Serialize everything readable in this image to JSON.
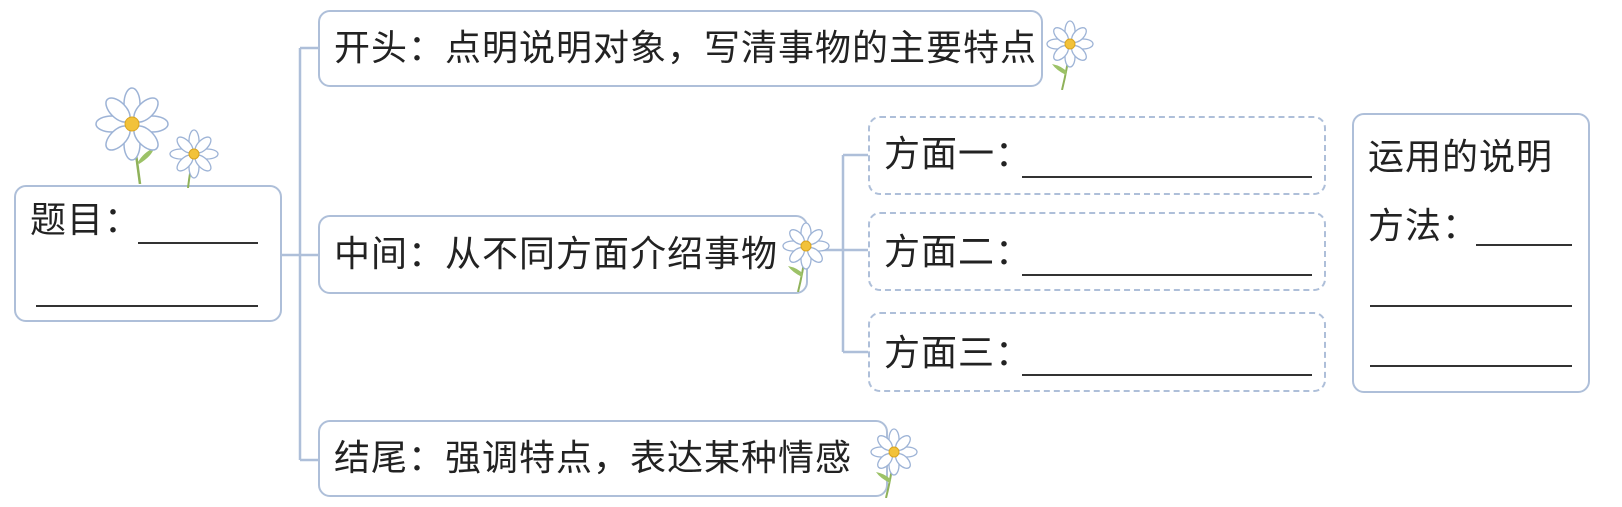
{
  "colors": {
    "line": "#aebfd9",
    "petal": "#ffffff",
    "petal_edge": "#9db3d6",
    "center": "#f2c23a",
    "stem": "#8fb25a",
    "blank": "#333333"
  },
  "title_box": {
    "label": "题目："
  },
  "branches": {
    "opening": "开头：点明说明对象，写清事物的主要特点",
    "middle": "中间：从不同方面介绍事物",
    "ending": "结尾：强调特点，表达某种情感"
  },
  "aspects": [
    "方面一：",
    "方面二：",
    "方面三："
  ],
  "methods_box": {
    "line1": "运用的说明",
    "line2": "方法："
  },
  "decorations": [
    "flower-icon",
    "flower-icon",
    "flower-icon",
    "flower-icon",
    "flower-icon"
  ]
}
